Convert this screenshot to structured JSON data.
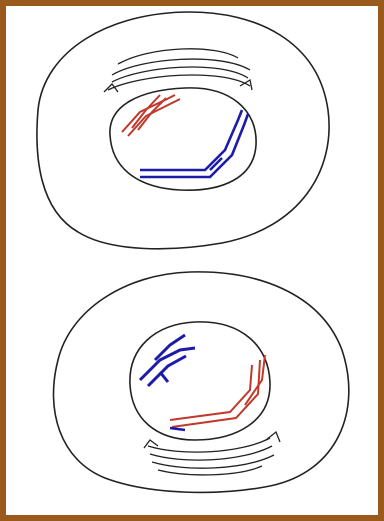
{
  "colors": {
    "frame_border": "#9a5a1c",
    "outline": "#222222",
    "chromatid_red": "#c0392b",
    "chromatid_blue": "#1c1ca8",
    "background": "#ffffff"
  },
  "diagram": {
    "cells": [
      {
        "id": "top-cell",
        "chromosomes": [
          {
            "color": "chromatid_red",
            "shape": "short-bent"
          },
          {
            "color": "chromatid_blue",
            "shape": "long-bent"
          }
        ],
        "spindle_fibers": "top"
      },
      {
        "id": "bottom-cell",
        "chromosomes": [
          {
            "color": "chromatid_blue",
            "shape": "short-bent"
          },
          {
            "color": "chromatid_red",
            "shape": "long-bent"
          }
        ],
        "spindle_fibers": "bottom"
      }
    ]
  }
}
